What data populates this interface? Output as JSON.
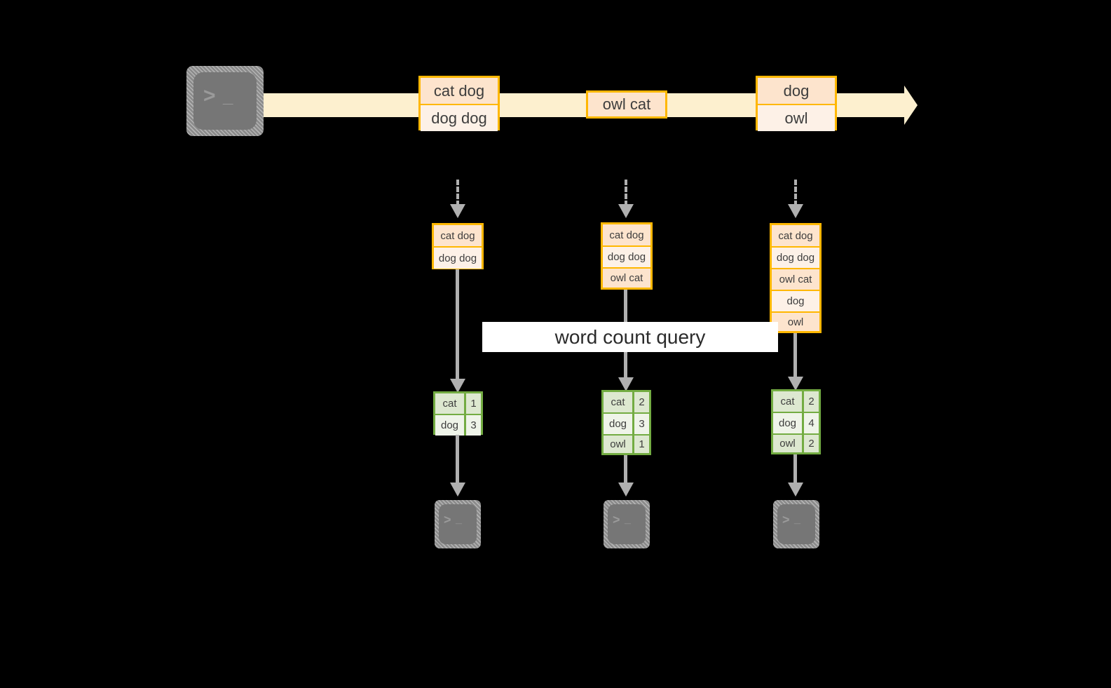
{
  "diagram": {
    "title_label": "word count query",
    "colors": {
      "background": "#000000",
      "stream_fill": "#fdf0cf",
      "record_border": "#ffb700",
      "record_fill_dark": "#fde4cd",
      "record_fill_light": "#fdf1e7",
      "result_border": "#73ac42",
      "result_fill_dark": "#dde8d0",
      "result_fill_light": "#eff4e9",
      "connector": "#b0b0b0",
      "terminal_body": "#767676",
      "banner": "#ffffff"
    },
    "producer": {
      "icon": "terminal-icon",
      "glyph_prompt": ">",
      "glyph_cursor": "_"
    },
    "stream": {
      "name": "event-stream",
      "groups": [
        {
          "records": [
            "cat dog",
            "dog dog"
          ]
        },
        {
          "records": [
            "owl cat"
          ]
        },
        {
          "records": [
            "dog",
            "owl"
          ]
        }
      ]
    },
    "snapshots": [
      {
        "name": "snapshot-1",
        "records": [
          "cat dog",
          "dog dog"
        ],
        "result_headerless_rows": [
          {
            "word": "cat",
            "count": "1"
          },
          {
            "word": "dog",
            "count": "3"
          }
        ],
        "consumer_icon": "terminal-icon"
      },
      {
        "name": "snapshot-2",
        "records": [
          "cat dog",
          "dog dog",
          "owl cat"
        ],
        "result_headerless_rows": [
          {
            "word": "cat",
            "count": "2"
          },
          {
            "word": "dog",
            "count": "3"
          },
          {
            "word": "owl",
            "count": "1"
          }
        ],
        "consumer_icon": "terminal-icon"
      },
      {
        "name": "snapshot-3",
        "records": [
          "cat dog",
          "dog dog",
          "owl cat",
          "dog",
          "owl"
        ],
        "result_headerless_rows": [
          {
            "word": "cat",
            "count": "2"
          },
          {
            "word": "dog",
            "count": "4"
          },
          {
            "word": "owl",
            "count": "2"
          }
        ],
        "consumer_icon": "terminal-icon"
      }
    ]
  }
}
